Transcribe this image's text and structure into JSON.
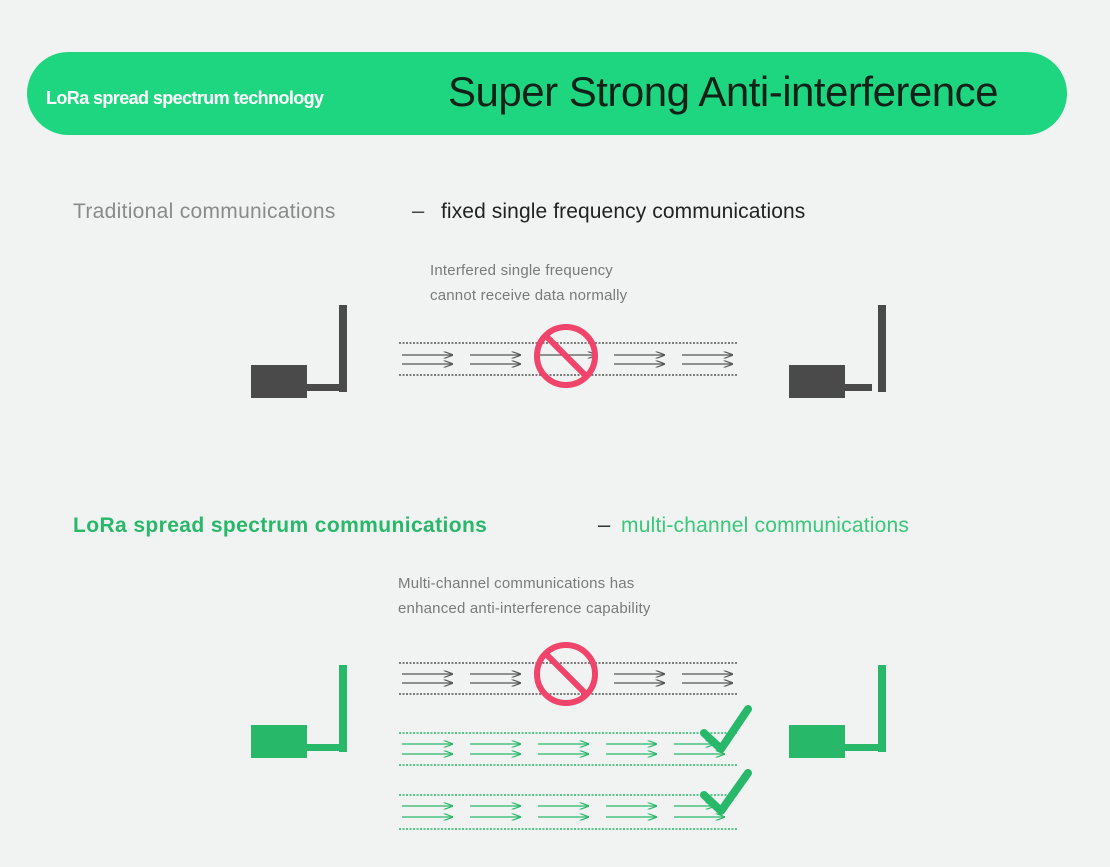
{
  "header": {
    "subtitle": "LoRa spread spectrum technology",
    "title": "Super Strong Anti-interference"
  },
  "traditional": {
    "lead": "Traditional communications",
    "dash": "–",
    "main": "fixed single frequency communications",
    "caption_line1": "Interfered single frequency",
    "caption_line2": "cannot receive data normally",
    "device_color": "#4a4a4a",
    "channel_status": [
      "blocked"
    ]
  },
  "lora": {
    "lead": "LoRa spread spectrum communications",
    "dash": "–",
    "main": "multi-channel communications",
    "caption_line1": "Multi-channel communications has",
    "caption_line2": "enhanced anti-interference capability",
    "device_color": "#27b869",
    "channel_status": [
      "blocked",
      "ok",
      "ok"
    ]
  },
  "icons": {
    "blocked": "prohibited-icon",
    "ok": "checkmark-icon",
    "device": "antenna-device-icon"
  },
  "colors": {
    "accent": "#1ed67f",
    "prohibited": "#f0446a",
    "check": "#27b869",
    "dark_device": "#4a4a4a",
    "background": "#f1f2f2"
  }
}
